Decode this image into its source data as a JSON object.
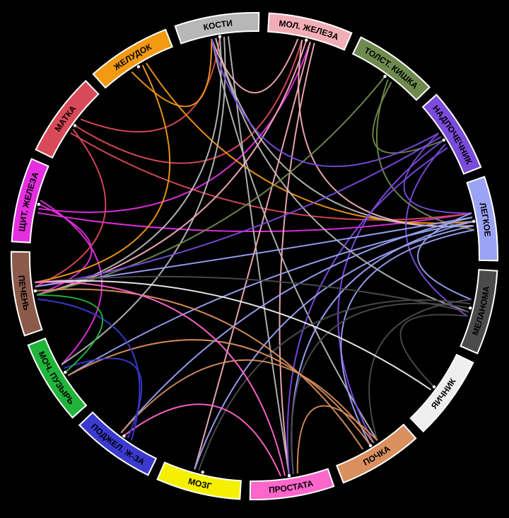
{
  "diagram": {
    "segments": [
      {
        "id": "thyroid",
        "label": "ЩИТ. ЖЕЛЕЗА",
        "color": "#e52ee0",
        "text_color": "#000000"
      },
      {
        "id": "uterus",
        "label": "МАТКА",
        "color": "#d94a58",
        "text_color": "#000000"
      },
      {
        "id": "stomach",
        "label": "ЖЕЛУДОК",
        "color": "#f39a12",
        "text_color": "#000000"
      },
      {
        "id": "bones",
        "label": "КОСТИ",
        "color": "#b7b7b7",
        "text_color": "#000000"
      },
      {
        "id": "breast",
        "label": "МОЛ. ЖЕЛЕЗА",
        "color": "#f2aeb6",
        "text_color": "#000000"
      },
      {
        "id": "colon",
        "label": "ТОЛСТ. КИШКА",
        "color": "#6f8a4e",
        "text_color": "#000000"
      },
      {
        "id": "adrenal",
        "label": "НАДПОЧЕЧНИК",
        "color": "#7b4bdb",
        "text_color": "#000000"
      },
      {
        "id": "lung",
        "label": "ЛЕГКОЕ",
        "color": "#9aa3f5",
        "text_color": "#000000"
      },
      {
        "id": "melanoma",
        "label": "МЕЛАНОМА",
        "color": "#4b4b4b",
        "text_color": "#000000"
      },
      {
        "id": "ovary",
        "label": "ЯИЧНИК",
        "color": "#efefef",
        "text_color": "#000000"
      },
      {
        "id": "kidney",
        "label": "ПОЧКА",
        "color": "#d98f5e",
        "text_color": "#000000"
      },
      {
        "id": "prostate",
        "label": "ПРОСТАТА",
        "color": "#ff66cc",
        "text_color": "#000000"
      },
      {
        "id": "brain",
        "label": "МОЗГ",
        "color": "#f5f000",
        "text_color": "#000000"
      },
      {
        "id": "pancreas",
        "label": "ПОДЖЕЛ. Ж-ЗА",
        "color": "#3a3ad1",
        "text_color": "#000000"
      },
      {
        "id": "bladder",
        "label": "МОЧ. ПУЗЫРЬ",
        "color": "#20b43a",
        "text_color": "#000000"
      },
      {
        "id": "liver",
        "label": "ПЕЧЕНЬ",
        "color": "#8c5a4a",
        "text_color": "#000000"
      }
    ],
    "links": [
      [
        "thyroid",
        "lung"
      ],
      [
        "thyroid",
        "breast"
      ],
      [
        "thyroid",
        "liver"
      ],
      [
        "thyroid",
        "bladder"
      ],
      [
        "uterus",
        "bones"
      ],
      [
        "uterus",
        "lung"
      ],
      [
        "uterus",
        "liver"
      ],
      [
        "uterus",
        "breast"
      ],
      [
        "stomach",
        "liver"
      ],
      [
        "stomach",
        "lung"
      ],
      [
        "stomach",
        "bones"
      ],
      [
        "bones",
        "lung"
      ],
      [
        "bones",
        "liver"
      ],
      [
        "bones",
        "bladder"
      ],
      [
        "bones",
        "prostate"
      ],
      [
        "bones",
        "kidney"
      ],
      [
        "bones",
        "melanoma"
      ],
      [
        "breast",
        "liver"
      ],
      [
        "breast",
        "brain"
      ],
      [
        "breast",
        "prostate"
      ],
      [
        "breast",
        "bones"
      ],
      [
        "breast",
        "lung"
      ],
      [
        "colon",
        "liver"
      ],
      [
        "colon",
        "lung"
      ],
      [
        "colon",
        "adrenal"
      ],
      [
        "adrenal",
        "lung"
      ],
      [
        "adrenal",
        "liver"
      ],
      [
        "adrenal",
        "kidney"
      ],
      [
        "adrenal",
        "melanoma"
      ],
      [
        "adrenal",
        "prostate"
      ],
      [
        "adrenal",
        "bones"
      ],
      [
        "lung",
        "liver"
      ],
      [
        "lung",
        "bladder"
      ],
      [
        "lung",
        "brain"
      ],
      [
        "lung",
        "kidney"
      ],
      [
        "lung",
        "melanoma"
      ],
      [
        "lung",
        "pancreas"
      ],
      [
        "lung",
        "prostate"
      ],
      [
        "melanoma",
        "liver"
      ],
      [
        "melanoma",
        "ovary"
      ],
      [
        "melanoma",
        "kidney"
      ],
      [
        "melanoma",
        "brain"
      ],
      [
        "melanoma",
        "prostate"
      ],
      [
        "ovary",
        "liver"
      ],
      [
        "kidney",
        "liver"
      ],
      [
        "kidney",
        "prostate"
      ],
      [
        "kidney",
        "pancreas"
      ],
      [
        "kidney",
        "bladder"
      ],
      [
        "prostate",
        "liver"
      ],
      [
        "prostate",
        "pancreas"
      ],
      [
        "pancreas",
        "liver"
      ],
      [
        "pancreas",
        "bladder"
      ],
      [
        "bladder",
        "liver"
      ]
    ]
  }
}
